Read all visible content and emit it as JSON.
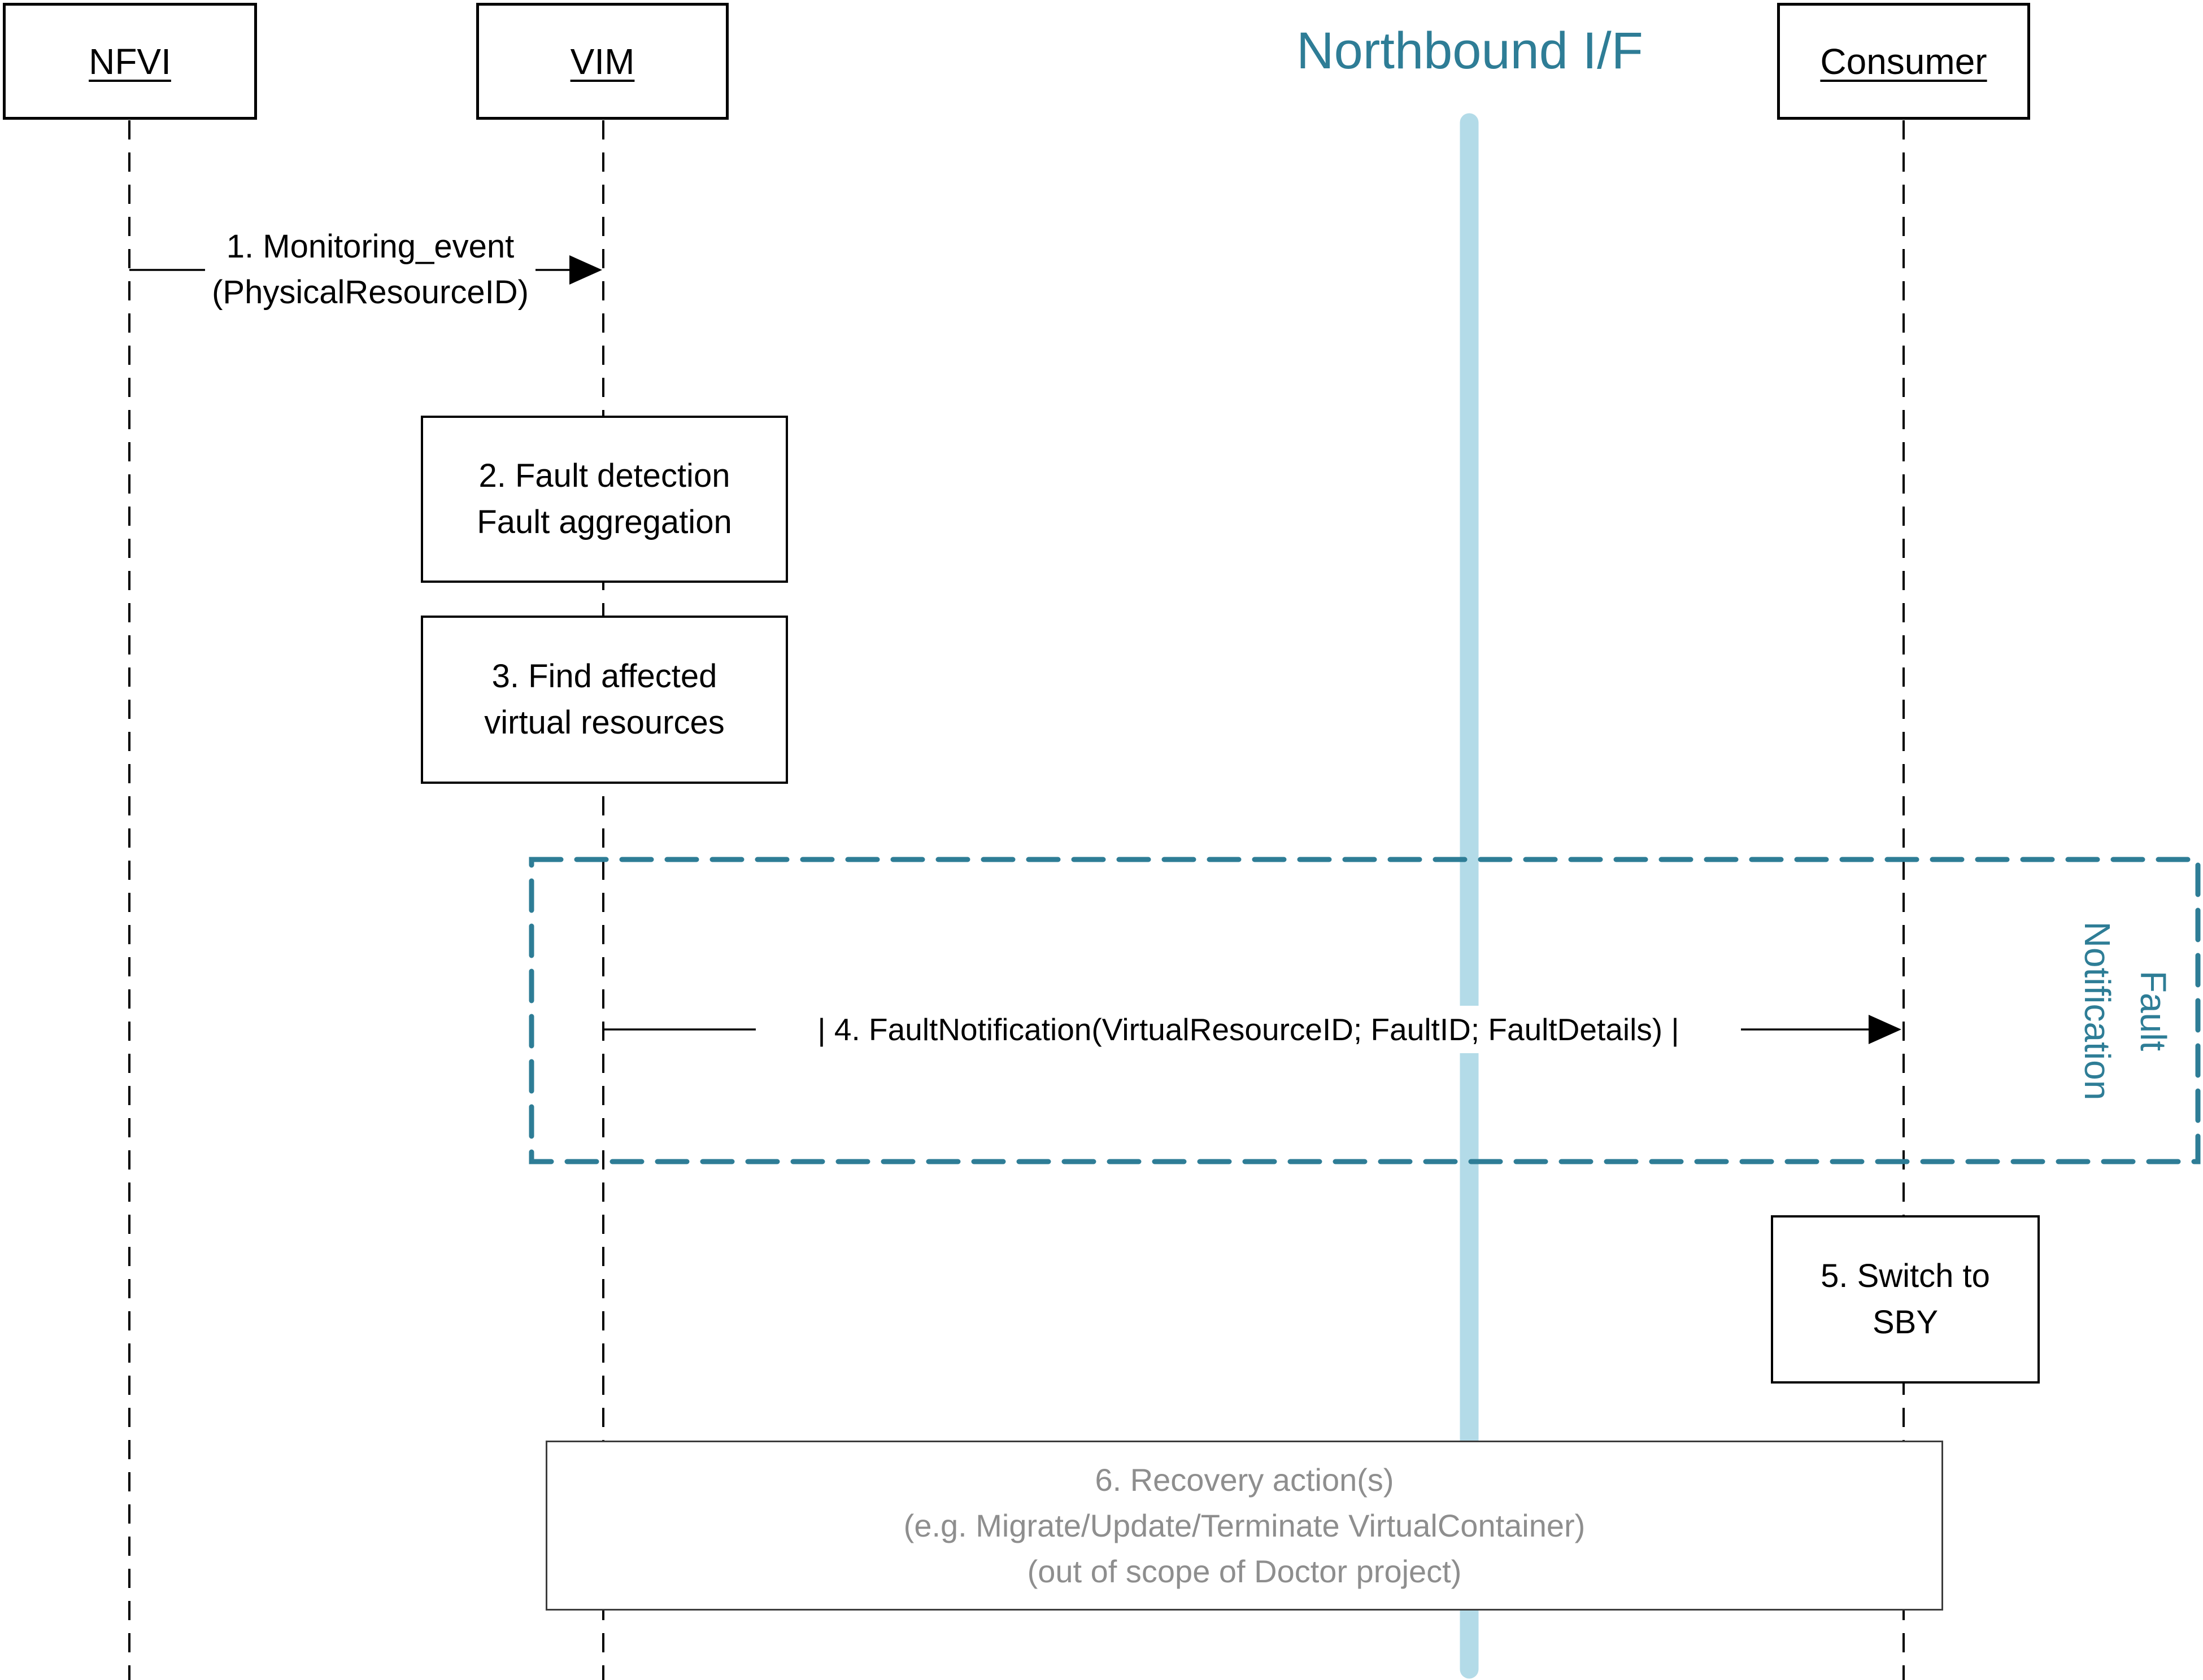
{
  "title": {
    "northbound": "Northbound I/F"
  },
  "actors": {
    "nfvi": "NFVI",
    "vim": "VIM",
    "consumer": "Consumer"
  },
  "messages": {
    "m1_line1": "1. Monitoring_event",
    "m1_line2": "(PhysicalResourceID)",
    "m4": "| 4. FaultNotification(VirtualResourceID; FaultID; FaultDetails) |"
  },
  "activities": {
    "a2_line1": "2. Fault detection",
    "a2_line2": "Fault aggregation",
    "a3_line1": "3. Find affected",
    "a3_line2": "virtual resources",
    "a5_line1": "5. Switch to",
    "a5_line2": "SBY",
    "a6_line1": "6. Recovery action(s)",
    "a6_line2": "(e.g. Migrate/Update/Terminate VirtualContainer)",
    "a6_line3": "(out of scope of Doctor project)"
  },
  "frame": {
    "label_line1": "Fault",
    "label_line2": "Notification"
  },
  "colors": {
    "teal": "#2E7D96",
    "light_blue": "#B3DBE8",
    "gray_text": "#8E8E8E",
    "line_black": "#000000"
  }
}
